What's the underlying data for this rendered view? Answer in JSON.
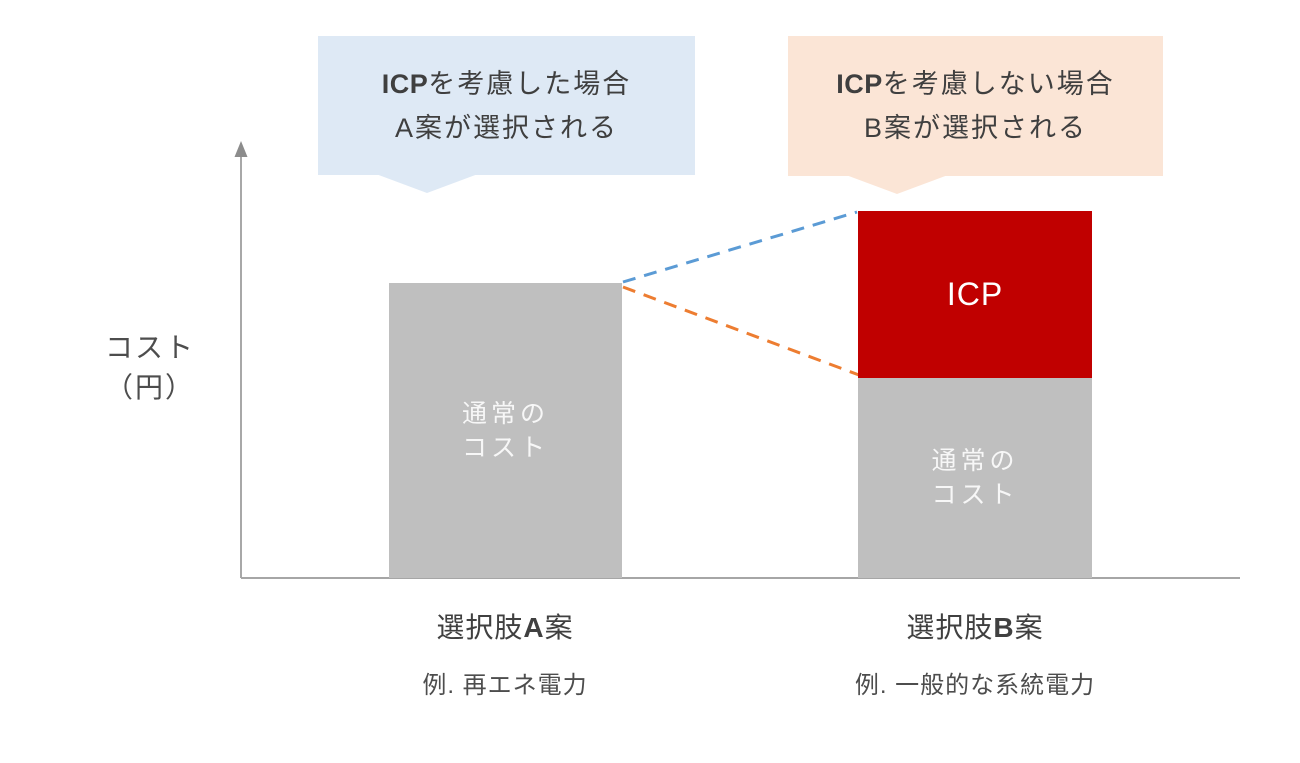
{
  "figure_kind": "stacked-bar-concept-chart",
  "colors": {
    "bar_gray": "#BFBFBF",
    "icp_red": "#C00000",
    "callout_blue_bg": "#DEE9F5",
    "callout_orange_bg": "#FBE5D6",
    "dashed_line_blue": "#5B9BD5",
    "dashed_line_orange": "#ED7D31",
    "axis_gray": "#A6A6A6",
    "text_dark": "#404040"
  },
  "y_axis": {
    "label_line1": "コスト",
    "label_line2": "（円）"
  },
  "callout_a": {
    "line1_strong": "ICP",
    "line1_rest": "を考慮した場合",
    "line2": "A案が選択される"
  },
  "callout_b": {
    "line1_strong": "ICP",
    "line1_rest": "を考慮しない場合",
    "line2": "B案が選択される"
  },
  "bars": {
    "option_a": {
      "title_prefix": "選択肢",
      "title_letter": "A",
      "title_suffix": "案",
      "example": "例. 再エネ電力",
      "segment_normal": {
        "line1": "通常の",
        "line2": "コスト"
      }
    },
    "option_b": {
      "title_prefix": "選択肢",
      "title_letter": "B",
      "title_suffix": "案",
      "example": "例. 一般的な系統電力",
      "segment_icp": {
        "label": "ICP"
      },
      "segment_normal": {
        "line1": "通常の",
        "line2": "コスト"
      }
    }
  },
  "chart_data": {
    "type": "bar",
    "stacked": true,
    "title": "",
    "xlabel": "",
    "ylabel": "コスト（円）",
    "categories": [
      "選択肢A案（例. 再エネ電力）",
      "選択肢B案（例. 一般的な系統電力）"
    ],
    "series": [
      {
        "name": "通常のコスト",
        "color": "#BFBFBF",
        "values": [
          1.0,
          0.68
        ]
      },
      {
        "name": "ICP",
        "color": "#C00000",
        "values": [
          0,
          0.57
        ]
      }
    ],
    "ylim": [
      0,
      1.3
    ],
    "axis_ticks": "none (qualitative / relative values estimated from bar heights)",
    "grid": false,
    "legend": "none",
    "annotations": [
      {
        "text": "ICPを考慮した場合 A案が選択される",
        "style": "light-blue callout above option A"
      },
      {
        "text": "ICPを考慮しない場合 B案が選択される",
        "style": "light-orange callout above option B"
      },
      {
        "text": "blue dashed connector: top of bar A to top of ICP segment of bar B"
      },
      {
        "text": "orange dashed connector: top of bar A to top of normal-cost segment of bar B"
      }
    ]
  }
}
